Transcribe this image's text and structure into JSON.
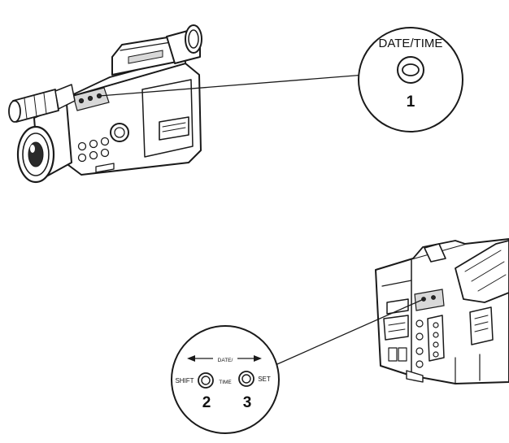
{
  "callout_top": {
    "button_label": "DATE/TIME",
    "step_number": "1"
  },
  "callout_bottom": {
    "group_label_line1": "DATE/",
    "group_label_line2": "TIME",
    "left_button_label": "SHIFT",
    "right_button_label": "SET",
    "left_step_number": "2",
    "right_step_number": "3"
  }
}
